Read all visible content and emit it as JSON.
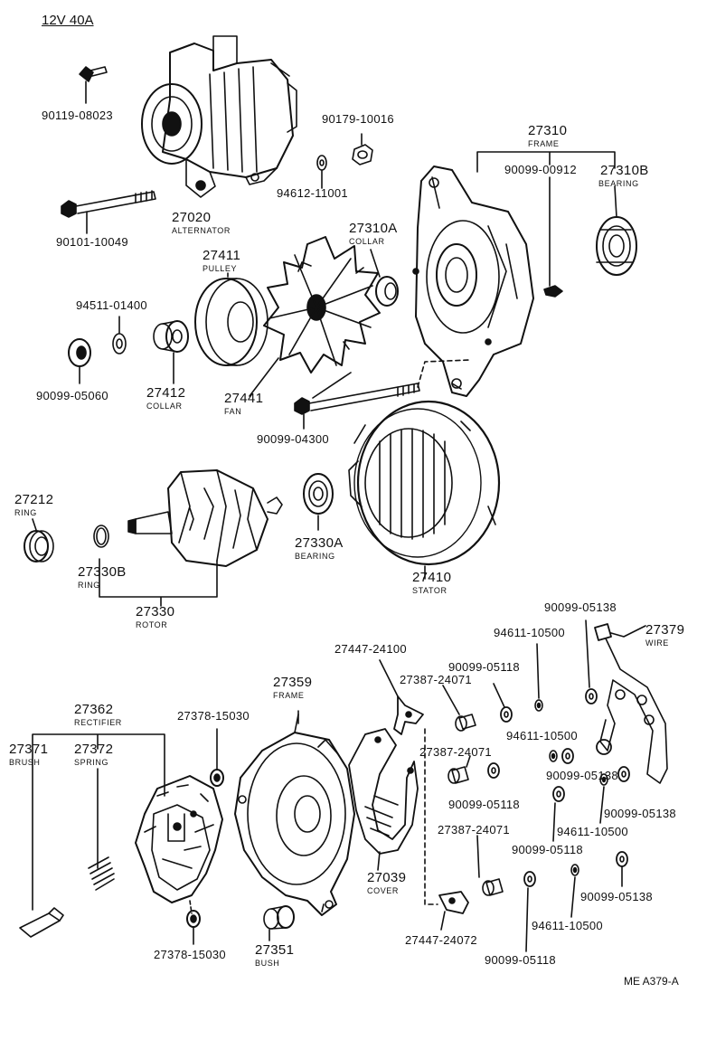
{
  "header": "12V 40A",
  "figure_code": "ME A379-A",
  "ink_color": "#111111",
  "parts": {
    "bolt_top": "90119-08023",
    "alternator_no": "27020",
    "alternator_name": "ALTERNATOR",
    "nut_top": "90179-10016",
    "washer_top": "94612-11001",
    "frame_no": "27310",
    "frame_name": "FRAME",
    "frame_screw": "90099-00912",
    "bearing_b_no": "27310B",
    "bearing_b_name": "BEARING",
    "through_bolt": "90101-10049",
    "collar_a_no": "27310A",
    "collar_a_name": "COLLAR",
    "pulley_no": "27411",
    "pulley_name": "PULLEY",
    "washer_pulley": "94511-01400",
    "nut_pulley": "90099-05060",
    "collar_no": "27412",
    "collar_name": "COLLAR",
    "fan_no": "27441",
    "fan_name": "FAN",
    "long_bolt": "90099-04300",
    "ring_no": "27212",
    "ring_name": "RING",
    "bearing_a_no": "27330A",
    "bearing_a_name": "BEARING",
    "ring_b_no": "27330B",
    "ring_b_name": "RING",
    "rotor_no": "27330",
    "rotor_name": "ROTOR",
    "stator_no": "27410",
    "stator_name": "STATOR",
    "nut_wire": "90099-05138",
    "wire_no": "27379",
    "wire_name": "WIRE",
    "washer_wire": "94611-10500",
    "terminal_top": "27447-24100",
    "insulator_1": "27387-24071",
    "nut_a": "90099-05118",
    "washer_b": "94611-10500",
    "insulator_2": "27387-24071",
    "nut_b": "90099-05138",
    "nut_c": "90099-05118",
    "washer_c": "94611-10500",
    "nut_d": "90099-05138",
    "nut_e": "90099-05118",
    "insulator_3": "27387-24071",
    "nut_f": "90099-05138",
    "washer_d": "94611-10500",
    "terminal_bottom": "27447-24072",
    "nut_g": "90099-05118",
    "rectifier_no": "27362",
    "rectifier_name": "RECTIFIER",
    "screw_top": "27378-15030",
    "rear_frame_no": "27359",
    "rear_frame_name": "FRAME",
    "brush_no": "27371",
    "brush_name": "BRUSH",
    "spring_no": "27372",
    "spring_name": "SPRING",
    "cover_no": "27039",
    "cover_name": "COVER",
    "screw_bottom": "27378-15030",
    "bush_no": "27351",
    "bush_name": "BUSH"
  }
}
